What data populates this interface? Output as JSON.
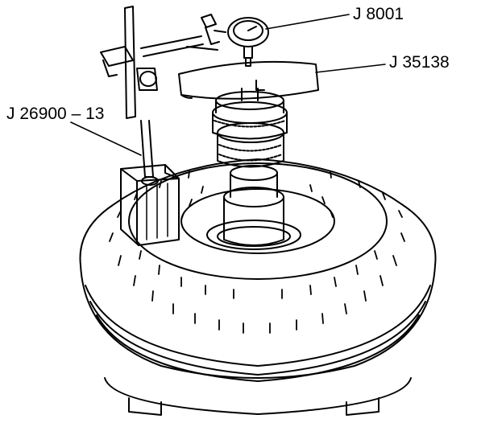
{
  "callouts": {
    "dial_indicator": "J 8001",
    "fixture": "J 35138",
    "indicator_post": "J 26900 – 13"
  },
  "colors": {
    "line": "#000000",
    "background": "#ffffff"
  }
}
